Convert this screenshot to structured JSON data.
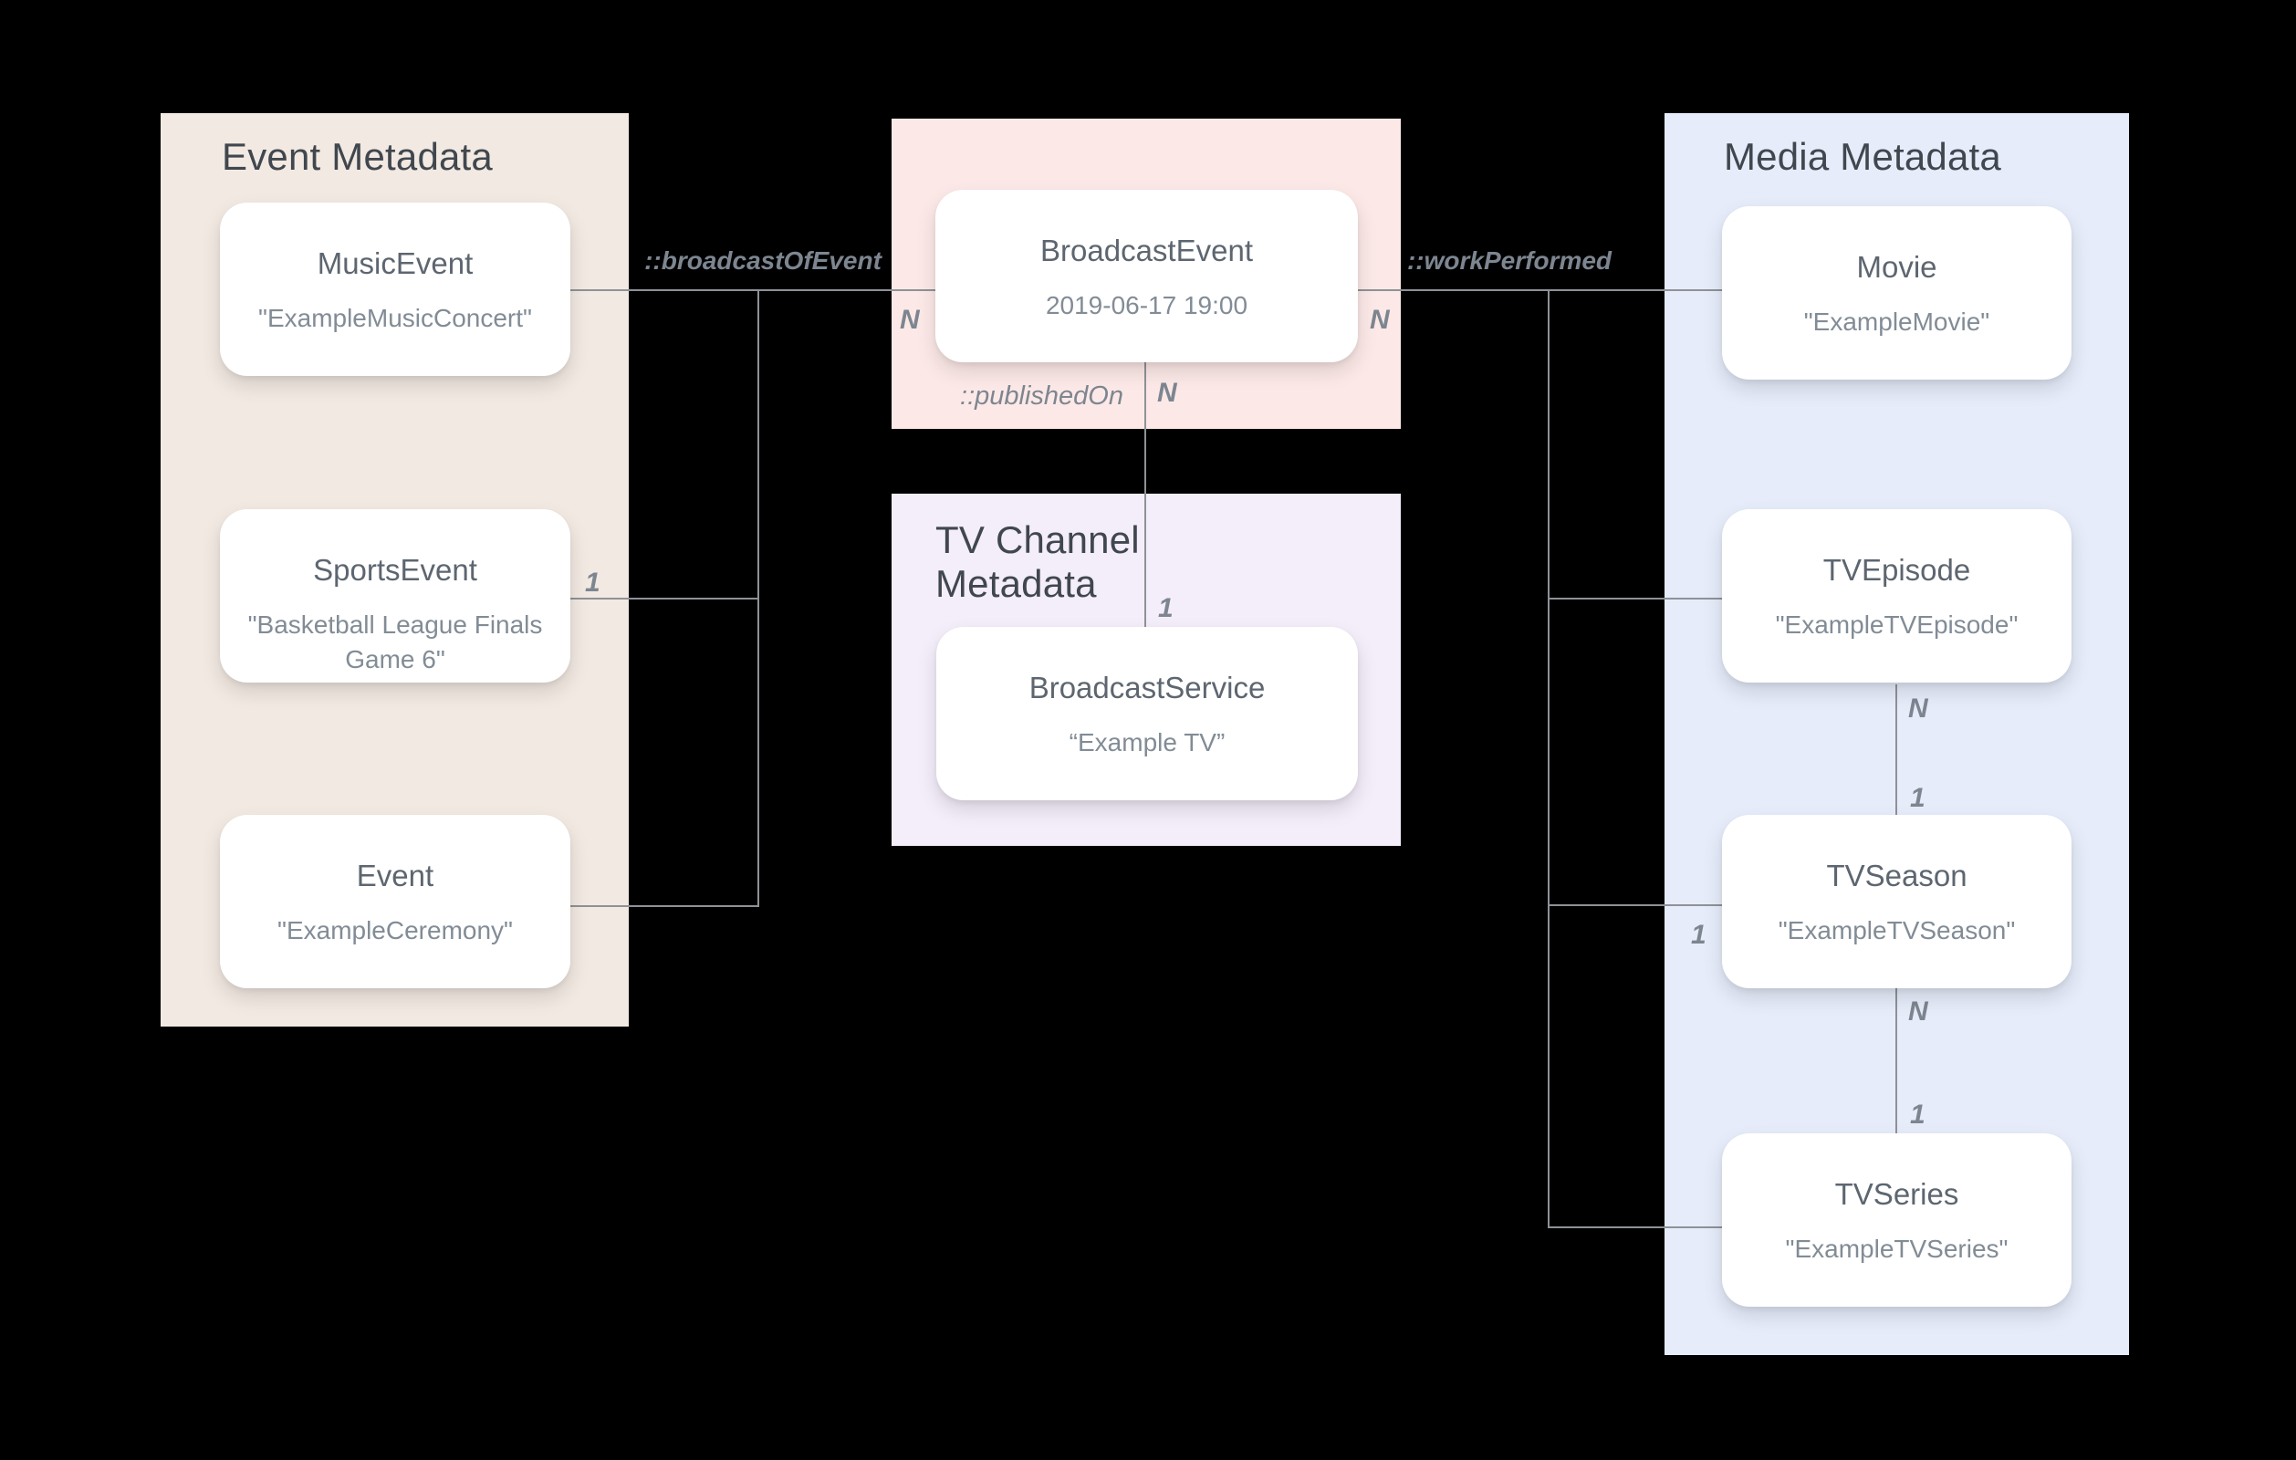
{
  "colors": {
    "background": "#000000",
    "panel_event": "#f2e9e2",
    "panel_broadcast": "#fce9e7",
    "panel_tvchannel": "#f4edfa",
    "panel_media": "#e6ecfa",
    "card": "#ffffff",
    "line": "#8e9297",
    "title_text": "#40474e",
    "node_text": "#5d6670",
    "node_subtext": "#828c96",
    "label_text": "#7d8690"
  },
  "panels": {
    "event": {
      "title": "Event Metadata"
    },
    "tvchannel": {
      "title": "TV Channel Metadata"
    },
    "media": {
      "title": "Media Metadata"
    }
  },
  "nodes": {
    "music_event": {
      "label": "MusicEvent",
      "value": "\"ExampleMusicConcert\""
    },
    "sports_event": {
      "label": "SportsEvent",
      "value": "\"Basketball League Finals Game 6\""
    },
    "event": {
      "label": "Event",
      "value": "\"ExampleCeremony\""
    },
    "broadcast_event": {
      "label": "BroadcastEvent",
      "value": "2019-06-17 19:00"
    },
    "broadcast_service": {
      "label": "BroadcastService",
      "value": "“Example TV”"
    },
    "movie": {
      "label": "Movie",
      "value": "\"ExampleMovie\""
    },
    "tv_episode": {
      "label": "TVEpisode",
      "value": "\"ExampleTVEpisode\""
    },
    "tv_season": {
      "label": "TVSeason",
      "value": "\"ExampleTVSeason\""
    },
    "tv_series": {
      "label": "TVSeries",
      "value": "\"ExampleTVSeries\""
    }
  },
  "edges": {
    "broadcast_of_event": "::broadcastOfEvent",
    "work_performed": "::workPerformed",
    "published_on": "::publishedOn"
  },
  "cardinalities": {
    "broadcast_left_n": "N",
    "broadcast_right_n": "N",
    "published_on_n": "N",
    "published_on_1": "1",
    "sports_event_1": "1",
    "tv_season_1": "1",
    "episode_season_n": "N",
    "episode_season_1": "1",
    "season_series_n": "N",
    "season_series_1": "1"
  }
}
